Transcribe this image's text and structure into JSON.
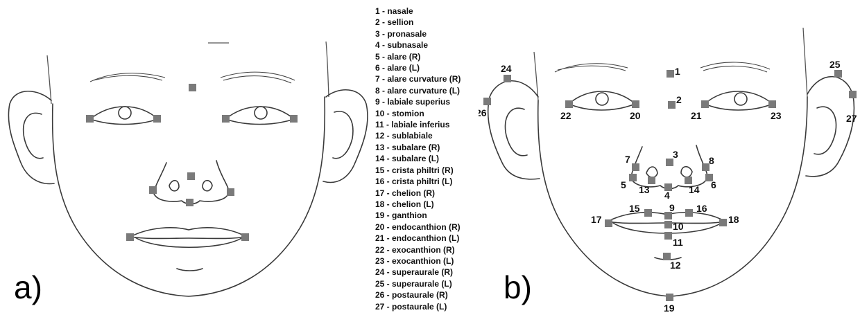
{
  "panel_a_label": "a)",
  "panel_b_label": "b)",
  "marker_color": "#7a7a7a",
  "legend": [
    "1 - nasale",
    "2 - sellion",
    "3 - pronasale",
    "4 - subnasale",
    "5 - alare (R)",
    "6 - alare (L)",
    "7 - alare curvature (R)",
    "8 - alare curvature (L)",
    "9 - labiale superius",
    "10 - stomion",
    "11 - labiale inferius",
    "12 - sublabiale",
    "13 - subalare (R)",
    "14 - subalare (L)",
    "15 - crista philtri (R)",
    "16 - crista philtri (L)",
    "17 - chelion (R)",
    "18 - chelion (L)",
    "19 - ganthion",
    "20 - endocanthion (R)",
    "21 - endocanthion (L)",
    "22 - exocanthion (R)",
    "23 - exocanthion (L)",
    "24 - superaurale (R)",
    "25 - superaurale (L)",
    "26 - postaurale (R)",
    "27 - postaurale (L)"
  ],
  "landmark_numbers": [
    "1",
    "2",
    "3",
    "4",
    "5",
    "6",
    "7",
    "8",
    "9",
    "10",
    "11",
    "12",
    "13",
    "14",
    "15",
    "16",
    "17",
    "18",
    "19",
    "20",
    "21",
    "22",
    "23",
    "24",
    "25",
    "26",
    "27"
  ]
}
